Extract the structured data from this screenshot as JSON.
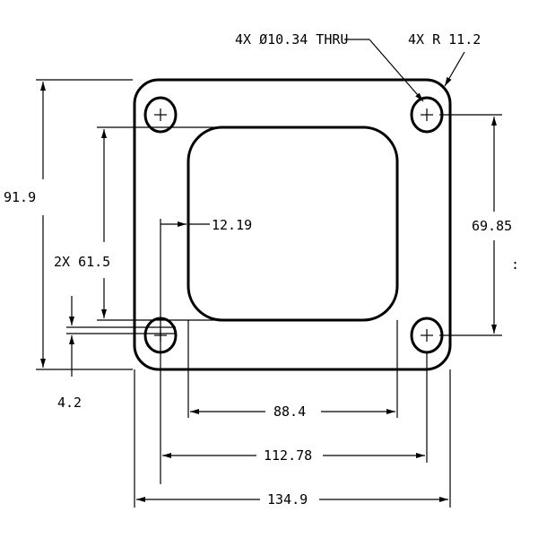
{
  "drawing": {
    "hole_callout": "4X Ø10.34 THRU",
    "radius_callout": "4X R 11.2",
    "overall_height": "91.9",
    "hole_vertical_spacing": "69.85",
    "opening_vertical": "2X 61.5",
    "opening_offset": "4.2",
    "hole_to_opening": "12.19",
    "opening_width": "88.4",
    "hole_horizontal_spacing": "112.78",
    "overall_width": "134.9",
    "stray_mark": ":"
  }
}
